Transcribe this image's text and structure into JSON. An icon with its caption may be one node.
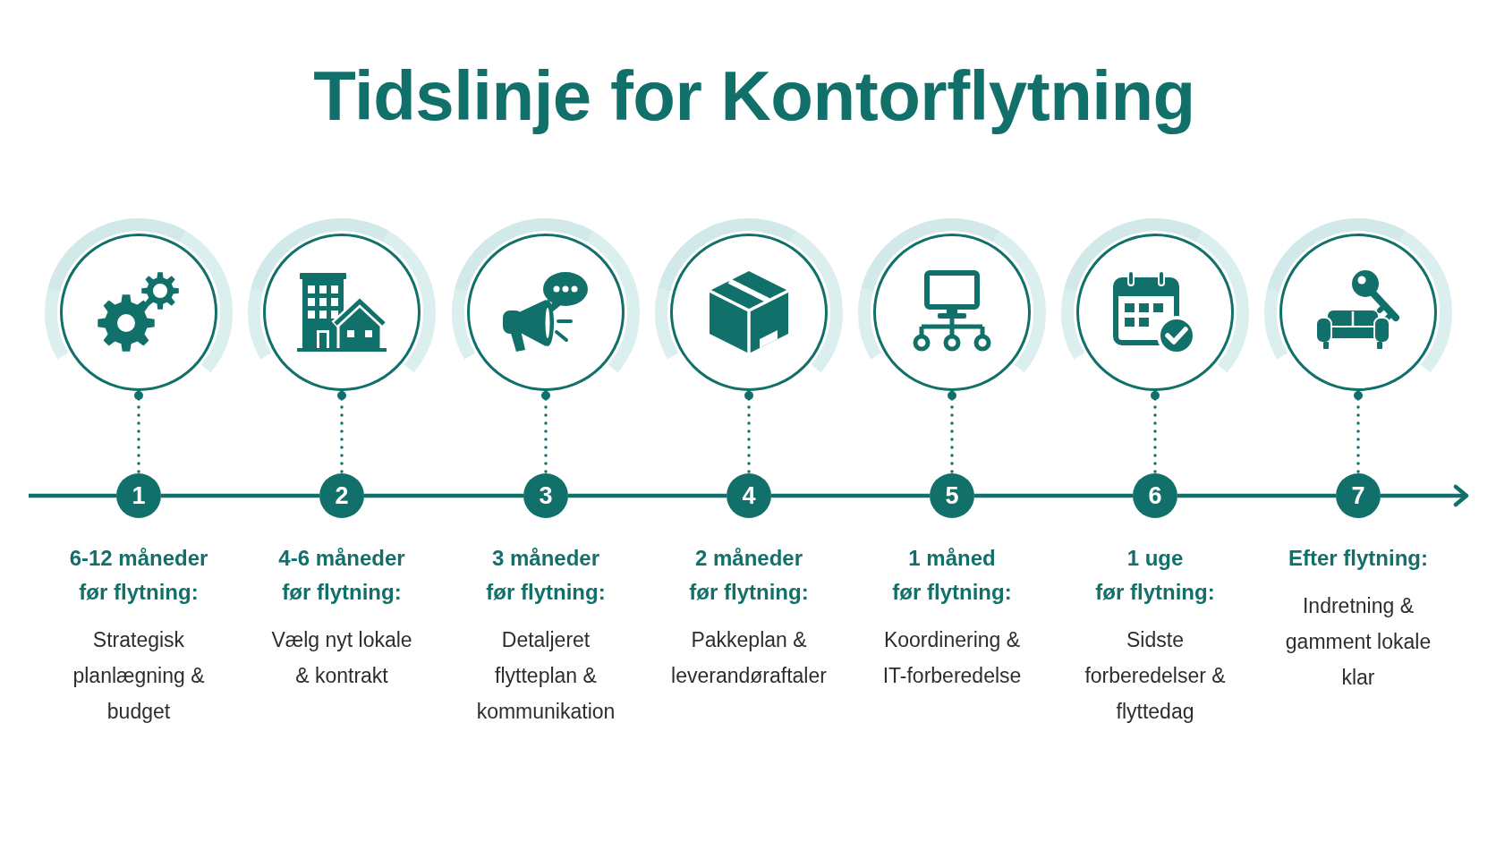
{
  "diagram": {
    "title": "Tidslinje for Kontorflytning",
    "nodes": [
      {
        "text": [],
        "shape": "circle"
      },
      {
        "text": [],
        "shape": "circle"
      },
      {
        "text": [],
        "shape": "circle"
      },
      {
        "text": [],
        "shape": "circle"
      },
      {
        "text": [],
        "shape": "circle"
      },
      {
        "text": [],
        "shape": "circle"
      },
      {
        "text": [],
        "shape": "circle"
      },
      {
        "text": [
          "1"
        ],
        "beside": [
          "6-12 måneder før flytning:",
          "Strategisk planlægning & budget"
        ]
      },
      {
        "text": [
          "2"
        ],
        "beside": [
          "4-6 måneder før flytning:",
          "Vælg nyt lokale & kontrakt"
        ]
      },
      {
        "text": [
          "3"
        ],
        "beside": [
          "3 måneder før flytning:",
          "Detaljeret flytteplan & kommunikation"
        ]
      },
      {
        "text": [
          "4"
        ],
        "beside": [
          "2 måneder før flytning:",
          "Pakkeplan & leverandøraftaler"
        ]
      },
      {
        "text": [
          "5"
        ],
        "beside": [
          "1 måned før flytning:",
          "Koordinering & IT-forberedelse"
        ]
      },
      {
        "text": [
          "6"
        ],
        "beside": [
          "1 uge før flytning:",
          "Sidste forberedelser & flyttedag"
        ]
      },
      {
        "text": [
          "7"
        ],
        "beside": [
          "Efter flytning:",
          "Indretning & gamment lokale klar"
        ]
      }
    ],
    "edges": [
      {
        "from": 0,
        "to": 7,
        "arrow": "other",
        "style": "dashed"
      },
      {
        "from": 1,
        "to": 8,
        "arrow": "other",
        "style": "dashed"
      },
      {
        "from": 2,
        "to": 9,
        "arrow": "other",
        "style": "dashed"
      },
      {
        "from": 3,
        "to": 10,
        "arrow": "other",
        "style": "dashed"
      },
      {
        "from": 4,
        "to": 11,
        "arrow": "other",
        "style": "dashed"
      },
      {
        "from": 5,
        "to": 12,
        "arrow": "other",
        "style": "dashed"
      },
      {
        "from": 6,
        "to": 13,
        "arrow": "other",
        "style": "dashed"
      },
      {
        "from": null,
        "to": 7,
        "arrow": "none"
      },
      {
        "from": 7,
        "to": 8,
        "arrow": "none"
      },
      {
        "from": 8,
        "to": 9,
        "arrow": "none"
      },
      {
        "from": 9,
        "to": 10,
        "arrow": "none"
      },
      {
        "from": 10,
        "to": 11,
        "arrow": "none"
      },
      {
        "from": 11,
        "to": 12,
        "arrow": "none"
      },
      {
        "from": 12,
        "to": 13,
        "arrow": "none"
      },
      {
        "from": 13,
        "to": null,
        "arrow": "to"
      }
    ]
  }
}
